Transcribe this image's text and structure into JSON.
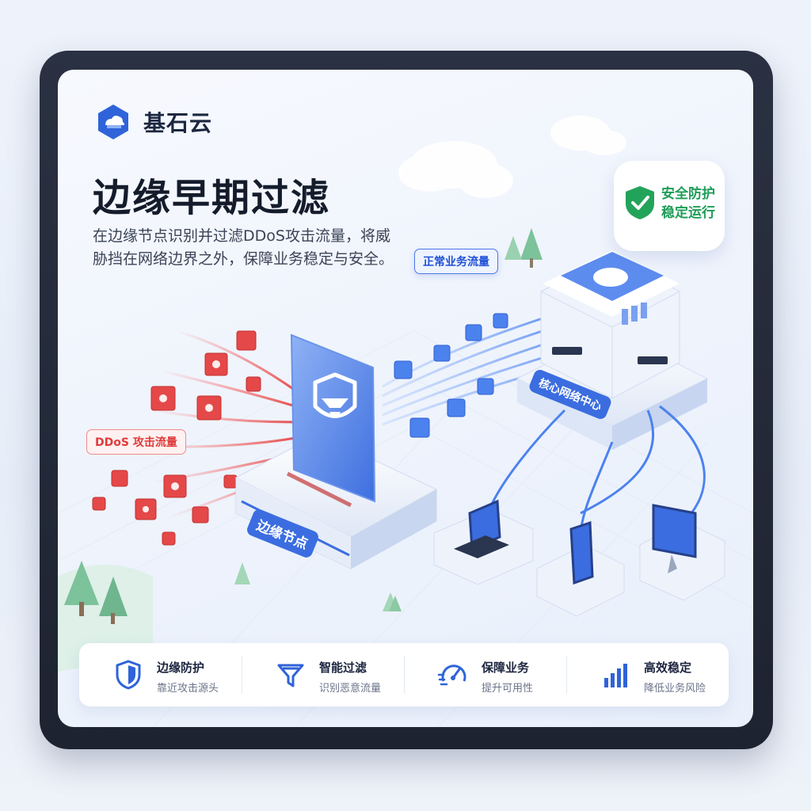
{
  "brand": {
    "name": "基石云",
    "logo_icon": "hexagon-cloud-logo"
  },
  "headline": "边缘早期过滤",
  "description": "在边缘节点识别并过滤DDoS攻击流量，将威胁挡在网络边界之外，保障业务稳定与安全。",
  "labels": {
    "normal_traffic": "正常业务流量",
    "ddos_traffic": "DDoS 攻击流量",
    "core_center": "核心网络中心",
    "edge_node": "边缘节点"
  },
  "status_bubble": {
    "line1": "安全防护",
    "line2": "稳定运行",
    "icon": "check-shield-icon"
  },
  "features": [
    {
      "title": "边缘防护",
      "subtitle": "靠近攻击源头",
      "icon": "shield-icon"
    },
    {
      "title": "智能过滤",
      "subtitle": "识别恶意流量",
      "icon": "funnel-icon"
    },
    {
      "title": "保障业务",
      "subtitle": "提升可用性",
      "icon": "gauge-icon"
    },
    {
      "title": "高效稳定",
      "subtitle": "降低业务风险",
      "icon": "bar-chart-icon"
    }
  ],
  "colors": {
    "accent_blue": "#3b6de0",
    "attack_red": "#e54848",
    "safe_green": "#22a35a",
    "frame_dark": "#1f2533"
  }
}
